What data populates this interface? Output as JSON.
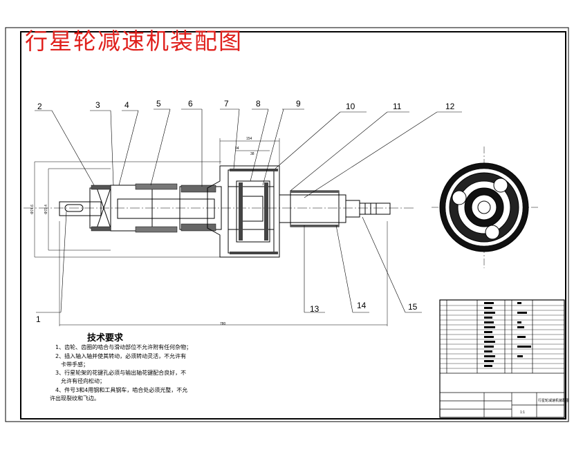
{
  "title": "行星轮减速机装配图",
  "callouts": [
    "1",
    "2",
    "3",
    "4",
    "5",
    "6",
    "7",
    "8",
    "9",
    "10",
    "11",
    "12",
    "13",
    "14",
    "15"
  ],
  "dimensions": {
    "overall_length": "780",
    "left_dia_1": "Φ74.6",
    "left_dia_2": "Φ70.4",
    "top_dim": "154",
    "top_dim_inner": "94",
    "top_dim_small": "38"
  },
  "requirements": {
    "heading": "技术要求",
    "items": [
      "1、齿轮、齿圈的啮合与滑动部位不允许附有任何杂物；",
      "2、插入轴入轴并使其转动，必须转动灵活，不允许有",
      "卡带手感；",
      "3、行星轮架的花键孔必须与输出轴花键配合良好，不",
      "允许有径向松动；",
      "4、件号3和4用钢和工具钢车，啮合处必须光整，不允",
      "许出现裂纹和飞边。"
    ]
  },
  "title_block": {
    "scale": "1:1",
    "project": "行星轮减速机装配图"
  }
}
